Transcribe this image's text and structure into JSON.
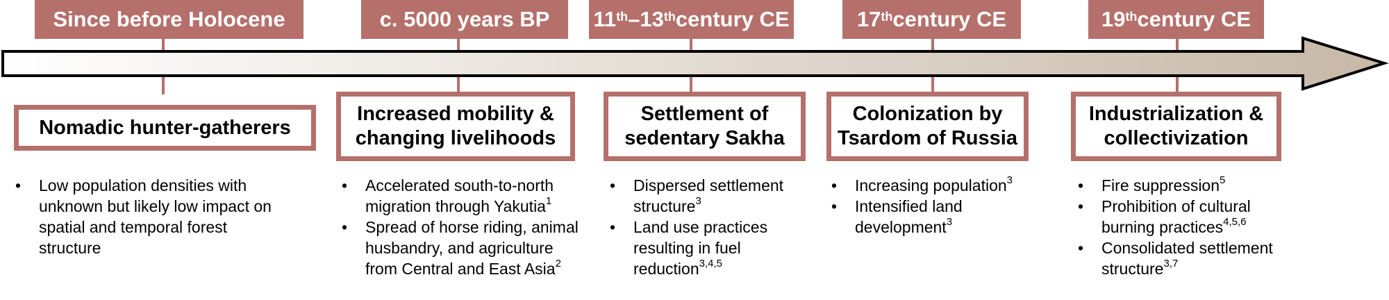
{
  "eras": [
    {
      "id": "holocene",
      "time_label": [
        {
          "t": "Since before Holocene"
        }
      ],
      "phase_lines": [
        "Nomadic hunter-gatherers"
      ],
      "bullets": [
        [
          {
            "t": "Low population densities with unknown but likely low impact on spatial and temporal forest structure"
          }
        ]
      ]
    },
    {
      "id": "bp5000",
      "time_label": [
        {
          "t": "c. 5000 years BP"
        }
      ],
      "phase_lines": [
        "Increased mobility &",
        "changing livelihoods"
      ],
      "bullets": [
        [
          {
            "t": "Accelerated south-to-north migration through Yakutia"
          },
          {
            "t": "1",
            "sup": true
          }
        ],
        [
          {
            "t": "Spread of horse riding, animal husbandry, and agriculture from Central and East Asia"
          },
          {
            "t": "2",
            "sup": true
          }
        ]
      ]
    },
    {
      "id": "c11-13",
      "time_label": [
        {
          "t": "11"
        },
        {
          "t": "th",
          "sup": true
        },
        {
          "t": "–13"
        },
        {
          "t": "th",
          "sup": true
        },
        {
          "t": " century CE"
        }
      ],
      "phase_lines": [
        "Settlement of",
        "sedentary Sakha"
      ],
      "bullets": [
        [
          {
            "t": "Dispersed settlement structure"
          },
          {
            "t": "3",
            "sup": true
          }
        ],
        [
          {
            "t": "Land use practices resulting in fuel reduction"
          },
          {
            "t": "3,4,5",
            "sup": true
          }
        ]
      ]
    },
    {
      "id": "c17",
      "time_label": [
        {
          "t": "17"
        },
        {
          "t": "th",
          "sup": true
        },
        {
          "t": " century CE"
        }
      ],
      "phase_lines": [
        "Colonization by",
        "Tsardom of Russia"
      ],
      "bullets": [
        [
          {
            "t": "Increasing population"
          },
          {
            "t": "3",
            "sup": true
          }
        ],
        [
          {
            "t": "Intensified land development"
          },
          {
            "t": "3",
            "sup": true
          }
        ]
      ]
    },
    {
      "id": "c19",
      "time_label": [
        {
          "t": "19"
        },
        {
          "t": "th",
          "sup": true
        },
        {
          "t": " century CE"
        }
      ],
      "phase_lines": [
        "Industrialization &",
        "collectivization"
      ],
      "bullets": [
        [
          {
            "t": "Fire suppression"
          },
          {
            "t": "5",
            "sup": true
          }
        ],
        [
          {
            "t": "Prohibition of cultural burning practices"
          },
          {
            "t": "4,5,6",
            "sup": true
          }
        ],
        [
          {
            "t": "Consolidated settlement structure"
          },
          {
            "t": "3,7",
            "sup": true
          }
        ]
      ]
    }
  ],
  "colors": {
    "accent": "#b5706b",
    "arrow_gradient_start": "#ffffff",
    "arrow_gradient_end": "#c7b8a7",
    "arrow_outline": "#000000"
  }
}
